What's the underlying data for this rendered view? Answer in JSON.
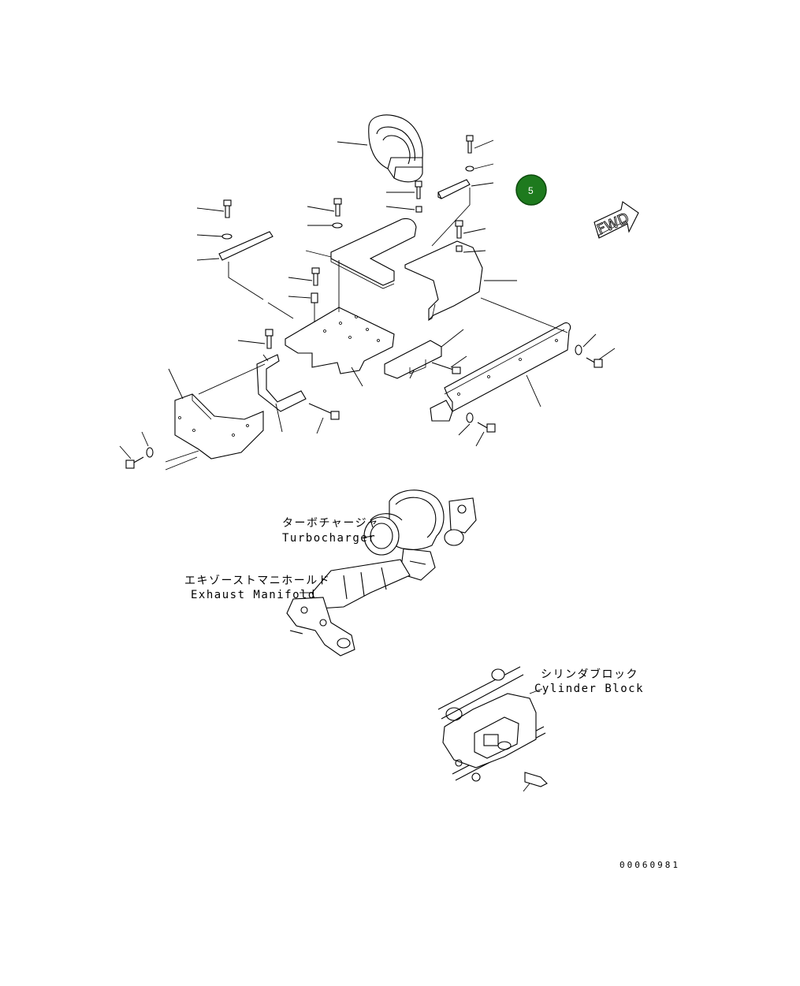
{
  "labels": {
    "turbocharger_jp": "ターボチャージャ",
    "turbocharger_en": "Turbocharger",
    "manifold_jp": "エキゾーストマニホールド",
    "manifold_en": "Exhaust Manifold",
    "block_jp": "シリンダブロック",
    "block_en": "Cylinder Block"
  },
  "direction_arrow": "FWD",
  "callout": {
    "number": "5",
    "color": "#1e7a1e"
  },
  "document_id": "00060981"
}
